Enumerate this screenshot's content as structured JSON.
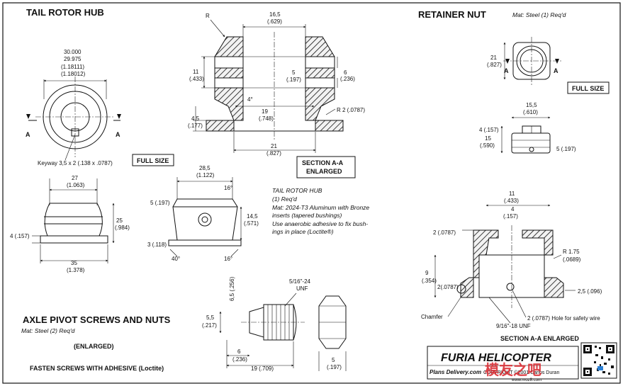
{
  "titles": {
    "tail_rotor_hub": "TAIL ROTOR HUB",
    "retainer_nut": "RETAINER NUT",
    "retainer_mat": "Mat: Steel (1) Req'd",
    "axle_pivot": "AXLE PIVOT SCREWS AND NUTS",
    "axle_mat": "Mat: Steel (2) Req'd",
    "enlarged": "(ENLARGED)",
    "fasten": "FASTEN SCREWS WITH ADHESIVE (Loctite)",
    "full_size_1": "FULL SIZE",
    "full_size_2": "FULL SIZE",
    "section_aa_1": "SECTION A-A",
    "section_aa_2": "ENLARGED",
    "section_aa_nut": "SECTION A-A ENLARGED"
  },
  "hub_notes": [
    "TAIL ROTOR HUB",
    "(1) Req'd",
    "Mat: 2024-T3 Aluminum with Bronze",
    "inserts (tapered bushings)",
    "Use anaerobic adhesive to fix bush-",
    "ings in place (Loctite®)"
  ],
  "hub_front": {
    "d1": "30.000",
    "d2": "29.975",
    "d3": "(1.18111)",
    "d4": "(1.18012)",
    "keyway": "Keyway 3,5 x 2 (.138 x .0787)",
    "label_a": "A"
  },
  "hub_section": {
    "r": "R",
    "top_mm": "16,5",
    "top_in": "(.629)",
    "h11": "11",
    "h11_in": "(.433)",
    "w5": "5",
    "w5_in": "(.197)",
    "w6": "6",
    "w6_in": "(.236)",
    "ang": "4°",
    "h45": "4.5",
    "h45_in": "(.177)",
    "w19": "19",
    "w19_in": "(.748)",
    "r2": "R 2 (.0787)",
    "w21": "21",
    "w21_in": "(.827)"
  },
  "hub_side": {
    "w27": "27",
    "w27_in": "(1.063)",
    "h25": "25",
    "h25_in": "(.984)",
    "h4": "4 (.157)",
    "w35": "35",
    "w35_in": "(1.378)"
  },
  "hub_view2": {
    "w285": "28,5",
    "w285_in": "(1.122)",
    "ang16a": "16°",
    "h5": "5 (.197)",
    "h145": "14,5",
    "h145_in": "(.571)",
    "h3": "3 (.118)",
    "ang40": "40°",
    "ang16b": "16°"
  },
  "nut_front": {
    "h21": "21",
    "h21_in": "(.827)",
    "label_a": "A"
  },
  "nut_side": {
    "w155": "15,5",
    "w155_in": "(.610)",
    "h4": "4 (.157)",
    "h15": "15",
    "h15_in": "(.590)",
    "h5": "5 (.197)"
  },
  "nut_section": {
    "w11": "11",
    "w11_in": "(.433)",
    "w4": "4",
    "w4_in": "(.157)",
    "h2": "2 (.0787)",
    "r175": "R 1.75",
    "r175_in": "(.0689)",
    "h9": "9",
    "h9_in": "(.354)",
    "h2b": "2(.0787)",
    "h25": "2,5 (.096)",
    "chamfer": "Chamfer",
    "hole": "2 (.0787) Hole for safety wire",
    "thread": "9/16\"-18 UNF"
  },
  "axle_screw": {
    "thread": "5/16\"-24",
    "thread2": "UNF",
    "h65": "6,5 (.256)",
    "h55": "5,5",
    "h55_in": "(.217)",
    "w6": "6",
    "w6_in": "(.236)",
    "w19": "19 (.709)",
    "w5": "5",
    "w5_in": "(.197)"
  },
  "title_block": {
    "company": "FURIA HELICOPTER",
    "plans": "Plans Delivery.com",
    "copyright": "COPYRIGHT ©2001 Carlos Duran",
    "watermark": "模友之吧",
    "url": "www.moz8.com"
  }
}
